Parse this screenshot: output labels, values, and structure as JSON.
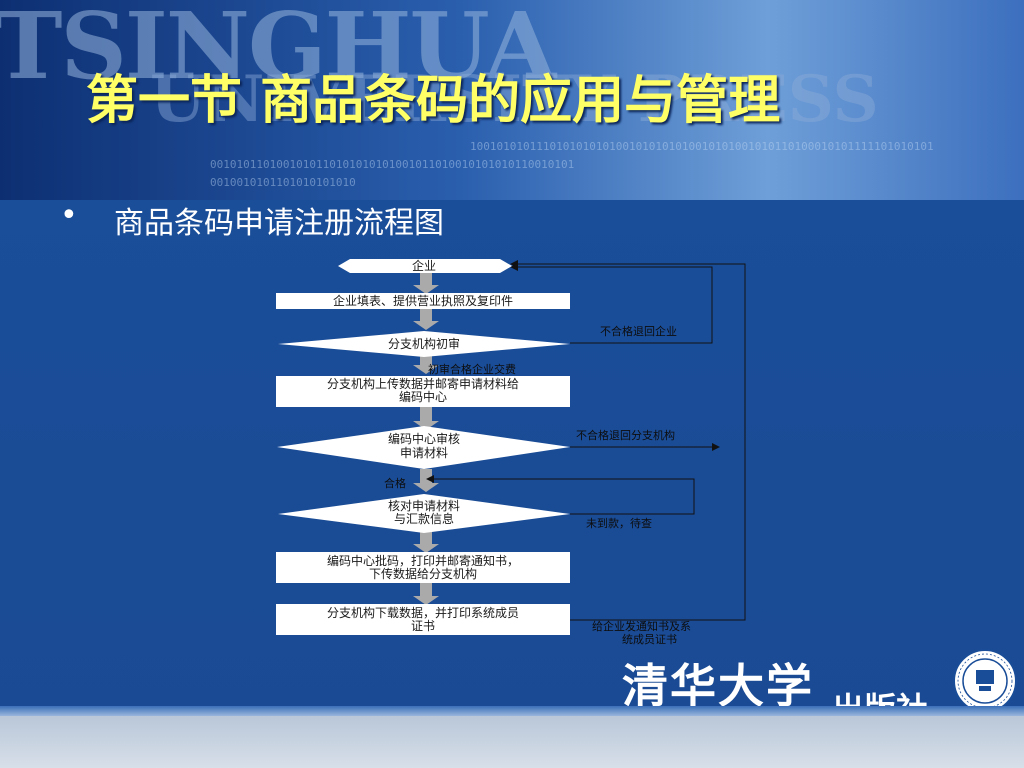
{
  "slide": {
    "title": "第一节  商品条码的应用与管理",
    "bullet_text": "商品条码申请注册流程图",
    "watermark_main": "TSINGHUA",
    "watermark_sub": "UNIVERSITY PRESS",
    "publisher_main": "清华大学",
    "publisher_sub": "出版社"
  },
  "flowchart": {
    "nodes": {
      "enterprise": "企业",
      "fill_form": "企业填表、提供营业执照及复印件",
      "branch_review": "分支机构初审",
      "upload_1": "分支机构上传数据并邮寄申请材料给",
      "upload_2": "编码中心",
      "center_review_1": "编码中心审核",
      "center_review_2": "申请材料",
      "verify_1": "核对申请材料",
      "verify_2": "与汇款信息",
      "approve_1": "编码中心批码，打印并邮寄通知书，",
      "approve_2": "下传数据给分支机构",
      "download_1": "分支机构下载数据，并打印系统成员",
      "download_2": "证书"
    },
    "edges": {
      "reject_enterprise": "不合格退回企业",
      "pass_fee": "初审合格企业交费",
      "reject_branch": "不合格退回分支机构",
      "pass": "合格",
      "not_paid": "未到款，待查",
      "notify_1": "给企业发通知书及系",
      "notify_2": "统成员证书"
    }
  },
  "colors": {
    "background": "#1a4d98",
    "title": "#ffff66",
    "node_fill": "#ffffff",
    "arrow": "#aaaaaa"
  },
  "icons": {
    "seal": "tsinghua-press-seal-icon"
  }
}
